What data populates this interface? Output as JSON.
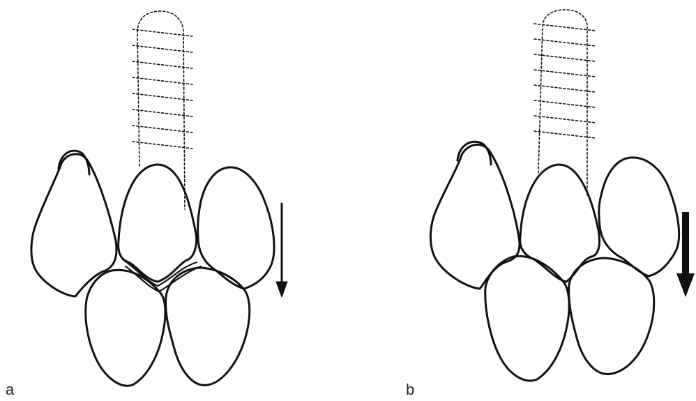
{
  "figure": {
    "panels": [
      {
        "label": "a",
        "arrow": "thin-down-arrow"
      },
      {
        "label": "b",
        "arrow": "thick-down-arrow"
      }
    ],
    "colors": {
      "stroke": "#111111",
      "background": "#ffffff"
    }
  }
}
